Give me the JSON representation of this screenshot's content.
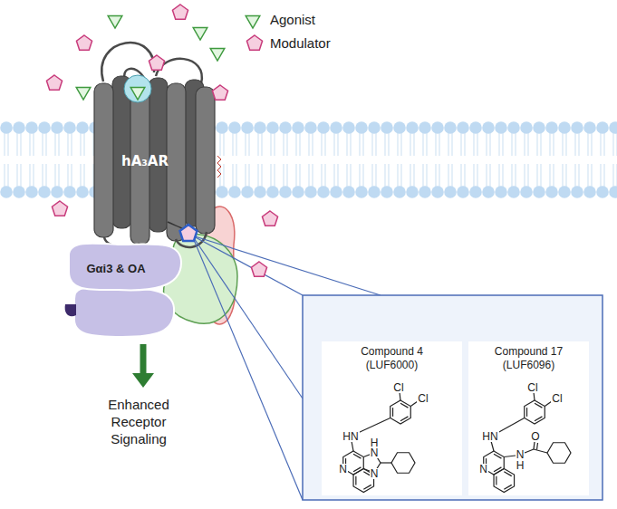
{
  "diagram": {
    "nodes": [
      {
        "text": [
          "hA₃AR"
        ]
      },
      {
        "text": [
          "Gαi3 & OA"
        ]
      },
      {
        "text": [
          "Compound 4",
          "(LUF6000)"
        ]
      },
      {
        "text": [
          "Compound 17",
          "(LUF6096)"
        ]
      }
    ],
    "labels": [
      "Enhanced Receptor Signaling",
      "Cl",
      "Cl",
      "HN",
      "N",
      "H",
      "N",
      "N",
      "Cl",
      "Cl",
      "HN",
      "N",
      "N",
      "H",
      "O"
    ],
    "legend": [
      {
        "text": "Agonist"
      },
      {
        "text": "Modulator"
      }
    ]
  }
}
